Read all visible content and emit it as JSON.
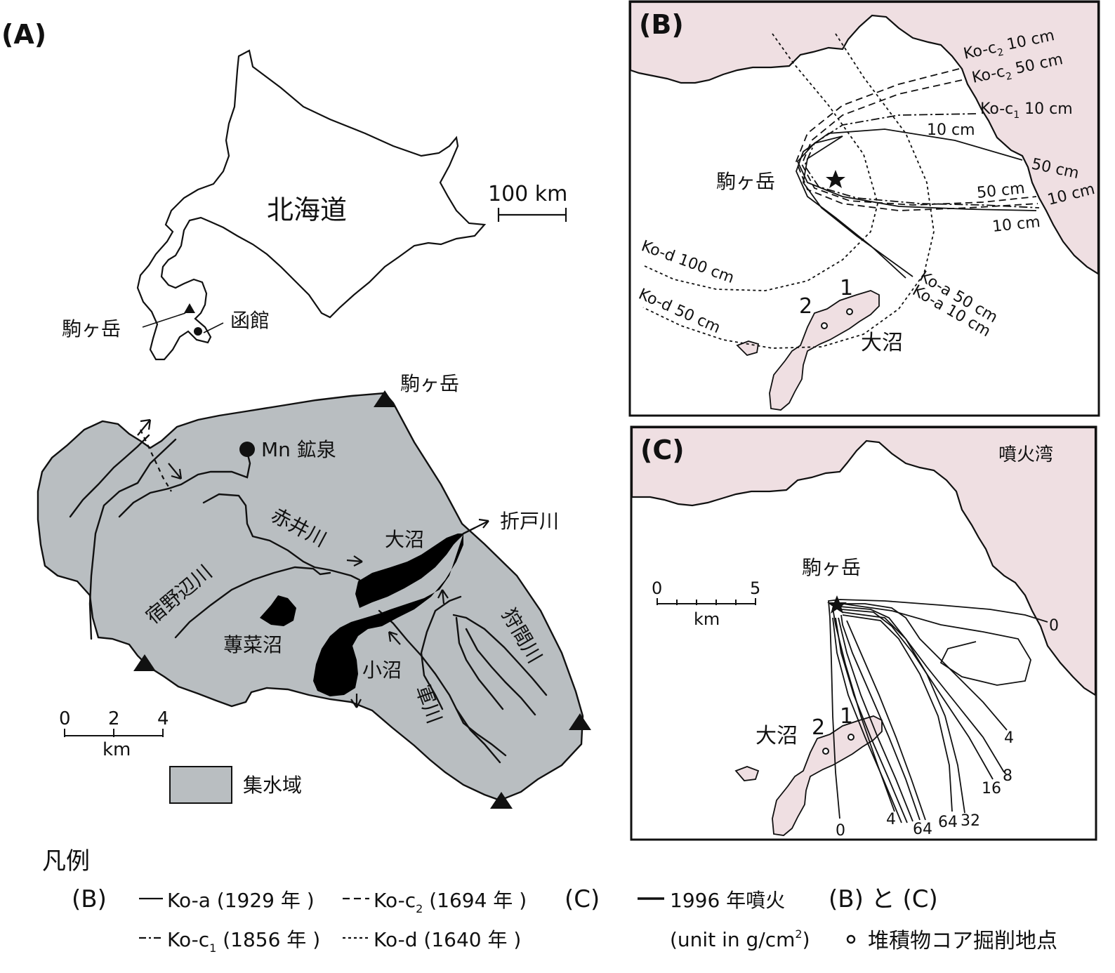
{
  "panels": {
    "A": {
      "tag": "(A)",
      "hokkaido": "北海道",
      "scale": "100 km",
      "komagatake": "駒ヶ岳",
      "hakodate": "函館"
    },
    "A_basin": {
      "komagatake": "駒ヶ岳",
      "spring": "Mn 鉱泉",
      "akaigawa": "赤井川",
      "onuma": "大沼",
      "oritogawa": "折戸川",
      "shukunobegawa": "宿野辺川",
      "junsainuma": "蓴菜沼",
      "konuma": "小沼",
      "gungawa": "軍川",
      "karimagawa": "狩間川",
      "scale_ticks": [
        "0",
        "2",
        "4"
      ],
      "scale_unit": "km",
      "legend_catchment": "集水域",
      "catchment_color": "#b9bec1"
    },
    "B": {
      "tag": "(B)",
      "komagatake": "駒ヶ岳",
      "onuma": "大沼",
      "site1": "1",
      "site2": "2",
      "labels": {
        "koc2_10": "Ko-c",
        "koc2_10_sub": "2",
        "koc2_10_val": " 10 cm",
        "koc2_50": "Ko-c",
        "koc2_50_sub": "2",
        "koc2_50_val": " 50 cm",
        "koc1_10": "Ko-c",
        "koc1_10_sub": "1",
        "koc1_10_val": " 10 cm",
        "c10a": "10 cm",
        "a50": "50 cm",
        "c50b": "50 cm",
        "c10b": "10 cm",
        "c10c": "10 cm",
        "kod100": "Ko-d 100 cm",
        "kod50": "Ko-d 50 cm",
        "koa50": "Ko-a 50 cm",
        "koa10": "Ko-a 10 cm"
      },
      "land_color": "#efdfe2"
    },
    "C": {
      "tag": "(C)",
      "bay": "噴火湾",
      "komagatake": "駒ヶ岳",
      "onuma": "大沼",
      "site1": "1",
      "site2": "2",
      "scale_ticks": [
        "0",
        "5"
      ],
      "scale_unit": "km",
      "contours": {
        "c0a": "0",
        "c0b": "0",
        "c4a": "4",
        "c4b": "4",
        "c8": "8",
        "c16": "16",
        "c32": "32",
        "c64a": "64",
        "c64b": "64"
      }
    }
  },
  "legend": {
    "title": "凡例",
    "b_tag": "(B)",
    "koa": "Ko-a (1929 年 )",
    "koc2": "Ko-c",
    "koc2_sub": "2",
    "koc2_year": " (1694 年 )",
    "koc1": "Ko-c",
    "koc1_sub": "1",
    "koc1_year": " (1856 年 )",
    "kod": "Ko-d (1640 年 )",
    "c_tag": "(C)",
    "eruption": "1996 年噴火",
    "unit": "(unit in g/cm",
    "unit_sup": "2",
    "unit_end": ")",
    "bc_tag": "(B) と (C)",
    "core": "堆積物コア掘削地点"
  }
}
